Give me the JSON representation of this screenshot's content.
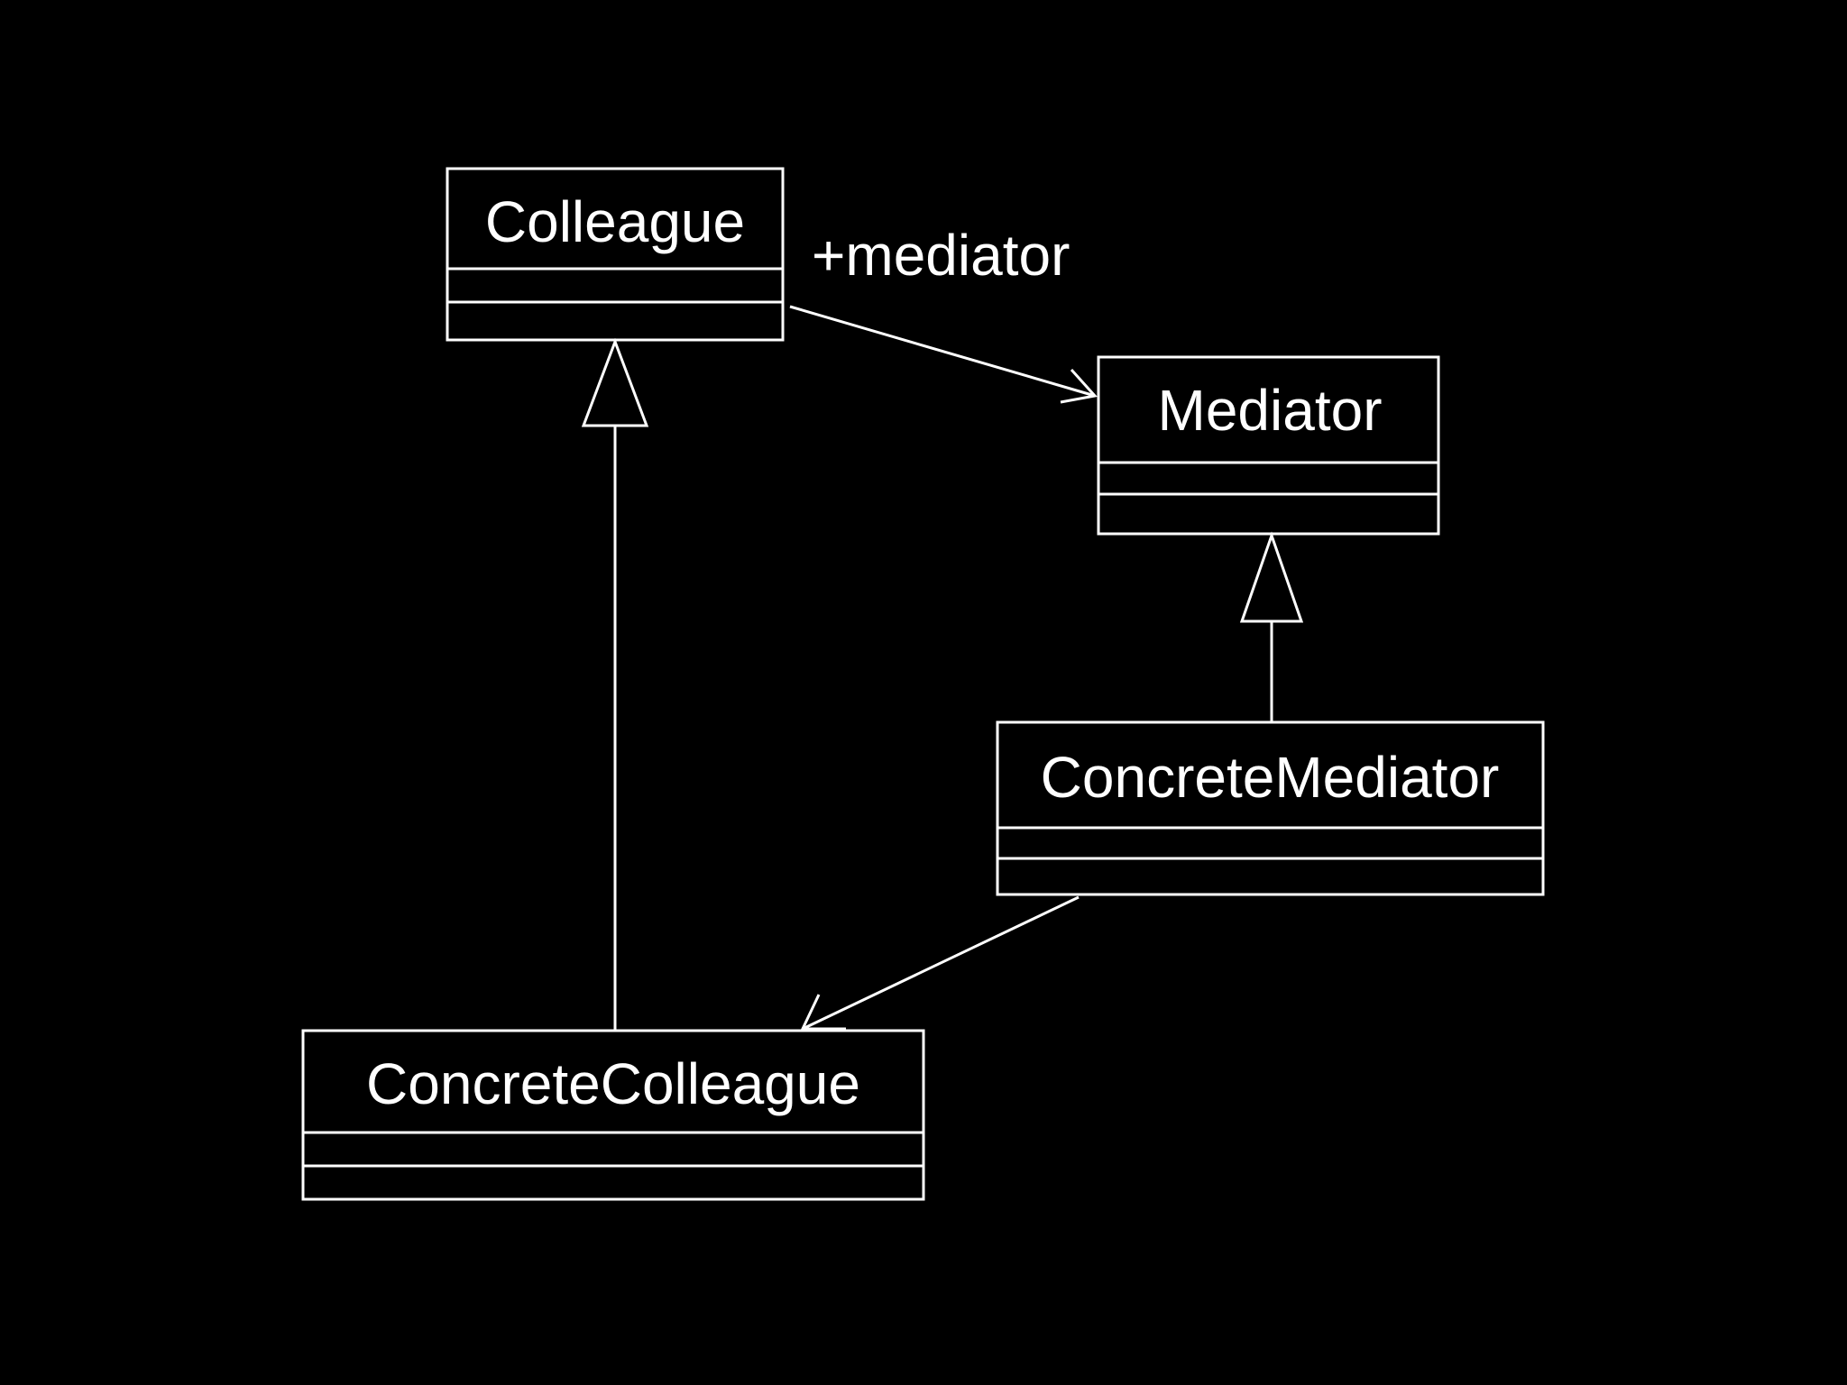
{
  "colors": {
    "background": "#000000",
    "foreground": "#ffffff"
  },
  "classes": {
    "colleague": {
      "name": "Colleague"
    },
    "mediator": {
      "name": "Mediator"
    },
    "concrete_mediator": {
      "name": "ConcreteMediator"
    },
    "concrete_colleague": {
      "name": "ConcreteColleague"
    }
  },
  "relations": {
    "colleague_to_mediator": {
      "type": "association",
      "from": "Colleague",
      "to": "Mediator",
      "role": "+mediator"
    },
    "concrete_mediator_to_concrete_colleague": {
      "type": "association",
      "from": "ConcreteMediator",
      "to": "ConcreteColleague"
    },
    "concrete_colleague_extends_colleague": {
      "type": "generalization",
      "from": "ConcreteColleague",
      "to": "Colleague"
    },
    "concrete_mediator_extends_mediator": {
      "type": "generalization",
      "from": "ConcreteMediator",
      "to": "Mediator"
    }
  }
}
